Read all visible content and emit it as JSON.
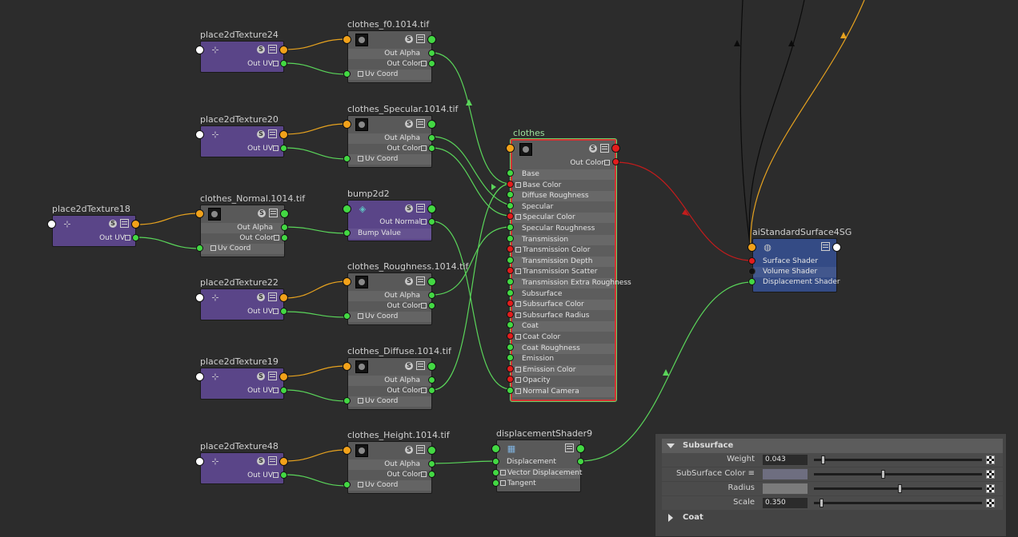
{
  "nodes": {
    "p24": {
      "title": "place2dTexture24",
      "out": "Out UV"
    },
    "p20": {
      "title": "place2dTexture20",
      "out": "Out UV"
    },
    "p18": {
      "title": "place2dTexture18",
      "out": "Out UV"
    },
    "p22": {
      "title": "place2dTexture22",
      "out": "Out UV"
    },
    "p19": {
      "title": "place2dTexture19",
      "out": "Out UV"
    },
    "p48": {
      "title": "place2dTexture48",
      "out": "Out UV"
    },
    "f0": {
      "title": "clothes_f0.1014.tif",
      "out_alpha": "Out Alpha",
      "out_color": "Out Color",
      "uv": "Uv Coord"
    },
    "spec": {
      "title": "clothes_Specular.1014.tif",
      "out_alpha": "Out Alpha",
      "out_color": "Out Color",
      "uv": "Uv Coord"
    },
    "normal": {
      "title": "clothes_Normal.1014.tif",
      "out_alpha": "Out Alpha",
      "out_color": "Out Color",
      "uv": "Uv Coord"
    },
    "rough": {
      "title": "clothes_Roughness.1014.tif",
      "out_alpha": "Out Alpha",
      "out_color": "Out Color",
      "uv": "Uv Coord"
    },
    "diff": {
      "title": "clothes_Diffuse.1014.tif",
      "out_alpha": "Out Alpha",
      "out_color": "Out Color",
      "uv": "Uv Coord"
    },
    "height": {
      "title": "clothes_Height.1014.tif",
      "out_alpha": "Out Alpha",
      "out_color": "Out Color",
      "uv": "Uv Coord"
    },
    "bump": {
      "title": "bump2d2",
      "out": "Out Normal",
      "in": "Bump Value"
    },
    "disp": {
      "title": "displacementShader9",
      "rows": [
        "Displacement",
        "Vector Displacement",
        "Tangent"
      ]
    },
    "shader": {
      "title": "clothes",
      "out": "Out Color",
      "attrs": [
        "Base",
        "Base Color",
        "Diffuse Roughness",
        "Specular",
        "Specular Color",
        "Specular Roughness",
        "Transmission",
        "Transmission Color",
        "Transmission Depth",
        "Transmission Scatter",
        "Transmission Extra Roughness",
        "Subsurface",
        "Subsurface Color",
        "Subsurface Radius",
        "Coat",
        "Coat Color",
        "Coat Roughness",
        "Emission",
        "Emission Color",
        "Opacity",
        "Normal Camera"
      ]
    },
    "sg": {
      "title": "aiStandardSurface4SG",
      "rows": [
        "Surface Shader",
        "Volume Shader",
        "Displacement Shader"
      ]
    }
  },
  "panel": {
    "section_subsurface": "Subsurface",
    "section_coat": "Coat",
    "rows": [
      {
        "label": "Weight",
        "value": "0.043",
        "slider": 0.043
      },
      {
        "label": "SubSurface Color ≡",
        "value": "",
        "slider": 0.4
      },
      {
        "label": "Radius",
        "value": "",
        "slider": 0.5
      },
      {
        "label": "Scale",
        "value": "0.350",
        "slider": 0.035
      }
    ]
  },
  "colors": {
    "wire_green": "#5ad55a",
    "wire_orange": "#e6a21f",
    "wire_red": "#c41c1c",
    "wire_black": "#0b0b0b",
    "shader_border": "#d23333"
  }
}
